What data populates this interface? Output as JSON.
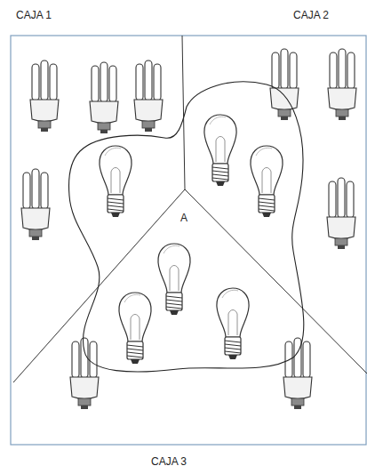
{
  "diagram": {
    "nodes": [
      {
        "text": [
          "A"
        ]
      }
    ],
    "labels": [
      "CAJA 1",
      "CAJA 2",
      "CAJA 3"
    ]
  }
}
